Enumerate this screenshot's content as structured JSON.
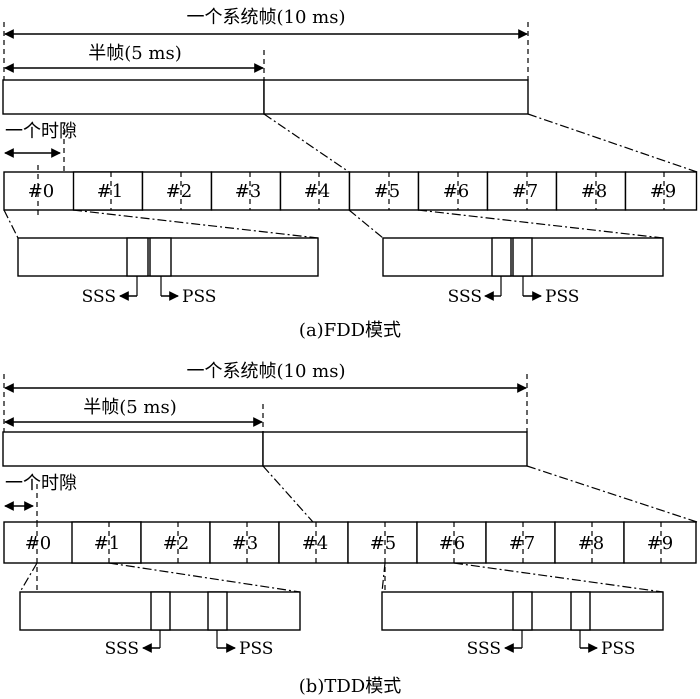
{
  "panels": [
    {
      "caption": "(a)FDD模式",
      "frame_label": "一个系统帧(10 ms)",
      "half_label": "半帧(5 ms)",
      "slot_label": "一个时隙",
      "subframes": [
        "#0",
        "#1",
        "#2",
        "#3",
        "#4",
        "#5",
        "#6",
        "#7",
        "#8",
        "#9"
      ],
      "sss_label": "SSS",
      "pss_label": "PSS"
    },
    {
      "caption": "(b)TDD模式",
      "frame_label": "一个系统帧(10 ms)",
      "half_label": "半帧(5 ms)",
      "slot_label": "一个时隙",
      "subframes": [
        "#0",
        "#1",
        "#2",
        "#3",
        "#4",
        "#5",
        "#6",
        "#7",
        "#8",
        "#9"
      ],
      "sss_label": "SSS",
      "pss_label": "PSS"
    }
  ]
}
